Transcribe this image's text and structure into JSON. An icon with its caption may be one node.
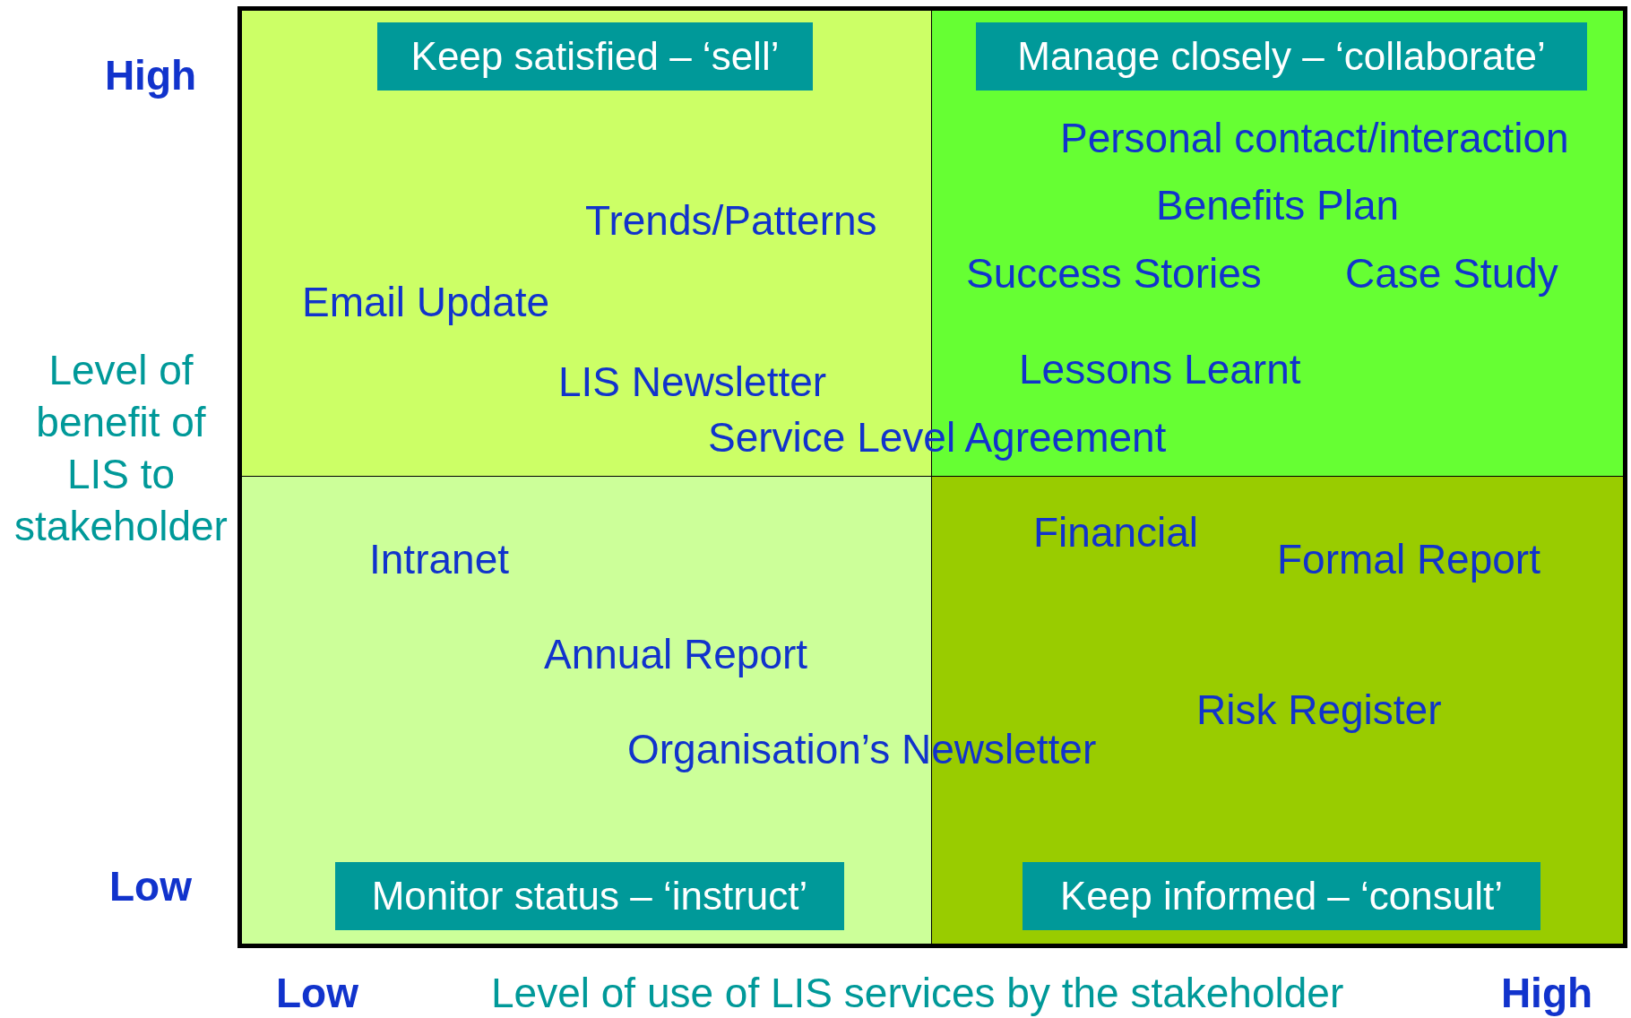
{
  "diagram": {
    "nodes": [
      {
        "text": [],
        "shape": "box"
      },
      {
        "text": [
          "Keep satisfied – ‘sell’"
        ],
        "in": 0
      },
      {
        "text": [],
        "shape": "box"
      },
      {
        "text": [
          "Manage closely – ‘collaborate’"
        ],
        "in": 2
      },
      {
        "text": [],
        "shape": "box"
      },
      {
        "text": [
          "Monitor status – ‘instruct’"
        ],
        "in": 4
      },
      {
        "text": [],
        "shape": "box"
      },
      {
        "text": [
          "Keep informed – ‘consult’"
        ],
        "in": 6
      }
    ],
    "edges": [],
    "labels": [
      "High",
      "Personal contact/interaction",
      "Benefits Plan",
      "Trends/Patterns",
      "Success Stories",
      "Case Study",
      "Email Update",
      "Level of benefit of LIS to stakeholder",
      "Lessons Learnt",
      "LIS Newsletter",
      "Service Level Agreement",
      "Financial",
      "Intranet",
      "Formal Report",
      "Annual Report",
      "Risk Register",
      "Organisation’s Newsletter",
      "Low",
      "Low",
      "Level of use of LIS services by the stakeholder",
      "High"
    ]
  }
}
